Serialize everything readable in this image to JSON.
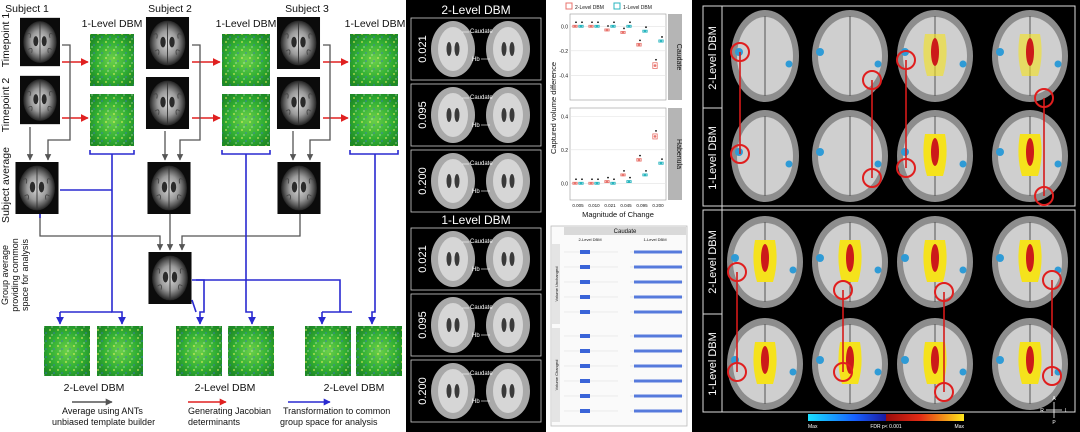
{
  "pipeline": {
    "subjects": [
      "Subject 1",
      "Subject 2",
      "Subject 3"
    ],
    "dbm_1level": "1-Level DBM",
    "timepoints": [
      "Timepoint 1",
      "Timepoint 2"
    ],
    "subject_average": "Subject average",
    "group_average": "Group average providing common space for analysis",
    "dbm_2level": "2-Level DBM",
    "legend": [
      {
        "text": "Average using ANTs unbiased template builder",
        "color": "#555555"
      },
      {
        "text": "Generating Jacobian determinants",
        "color": "#e02020"
      },
      {
        "text": "Transformation to common group space for analysis",
        "color": "#2a2ad0"
      }
    ]
  },
  "brain_column": {
    "top_title": "2-Level DBM",
    "bottom_title": "1-Level DBM",
    "rows": [
      "0.021",
      "0.095",
      "0.200"
    ],
    "labels": {
      "caudate": "Caudate",
      "hb": "Hb"
    }
  },
  "chart_data": [
    {
      "type": "scatter",
      "xlabel": "Magnitude of Change",
      "ylabel": "Captured volume difference",
      "legend": [
        "2-Level DBM",
        "1-Level DBM"
      ],
      "legend_position": "top",
      "colors": {
        "2-Level DBM": "#e8736c",
        "1-Level DBM": "#27b5bf"
      },
      "x": [
        "0.005",
        "0.010",
        "0.021",
        "0.045",
        "0.095",
        "0.200"
      ],
      "panels": [
        {
          "strip": "Caudate",
          "ylim": [
            -0.6,
            0.1
          ],
          "yticks": [
            "0.0",
            "-0.2",
            "-0.4"
          ],
          "series": [
            {
              "name": "2-Level DBM",
              "values": [
                0.0,
                0.0,
                -0.03,
                -0.05,
                -0.15,
                -0.32
              ]
            },
            {
              "name": "1-Level DBM",
              "values": [
                0.0,
                0.0,
                0.0,
                0.0,
                -0.04,
                -0.12
              ]
            }
          ]
        },
        {
          "strip": "Habenula",
          "ylim": [
            -0.1,
            0.45
          ],
          "yticks": [
            "0.4",
            "0.2",
            "0.0"
          ],
          "series": [
            {
              "name": "2-Level DBM",
              "values": [
                0.0,
                0.0,
                0.01,
                0.05,
                0.14,
                0.28
              ]
            },
            {
              "name": "1-Level DBM",
              "values": [
                0.0,
                0.0,
                0.0,
                0.01,
                0.05,
                0.12
              ]
            }
          ]
        }
      ]
    }
  ],
  "small_panel": {
    "title": "Caudate",
    "col_titles": [
      "2-Level DBM",
      "1-Level DBM"
    ],
    "row_titles": [
      "Volume Unchanged",
      "Volume Changed"
    ]
  },
  "right_panel": {
    "row_labels": [
      "2-Level DBM",
      "1-Level DBM",
      "2-Level DBM",
      "1-Level DBM"
    ],
    "colorbar": {
      "min_label": "Max",
      "mid_label": "FDR p< 0.001",
      "max_label": "Max"
    },
    "orientation": {
      "a": "A",
      "r": "R",
      "l": "L",
      "p": "P"
    }
  },
  "colors": {
    "green": "#2fa83a",
    "arrow_gray": "#555555",
    "arrow_red": "#e02020",
    "arrow_blue": "#2a2ad0",
    "dbm_yellow": "#f5e21c",
    "dbm_red": "#cc1a1a",
    "dbm_blue": "#2f9bd6"
  }
}
